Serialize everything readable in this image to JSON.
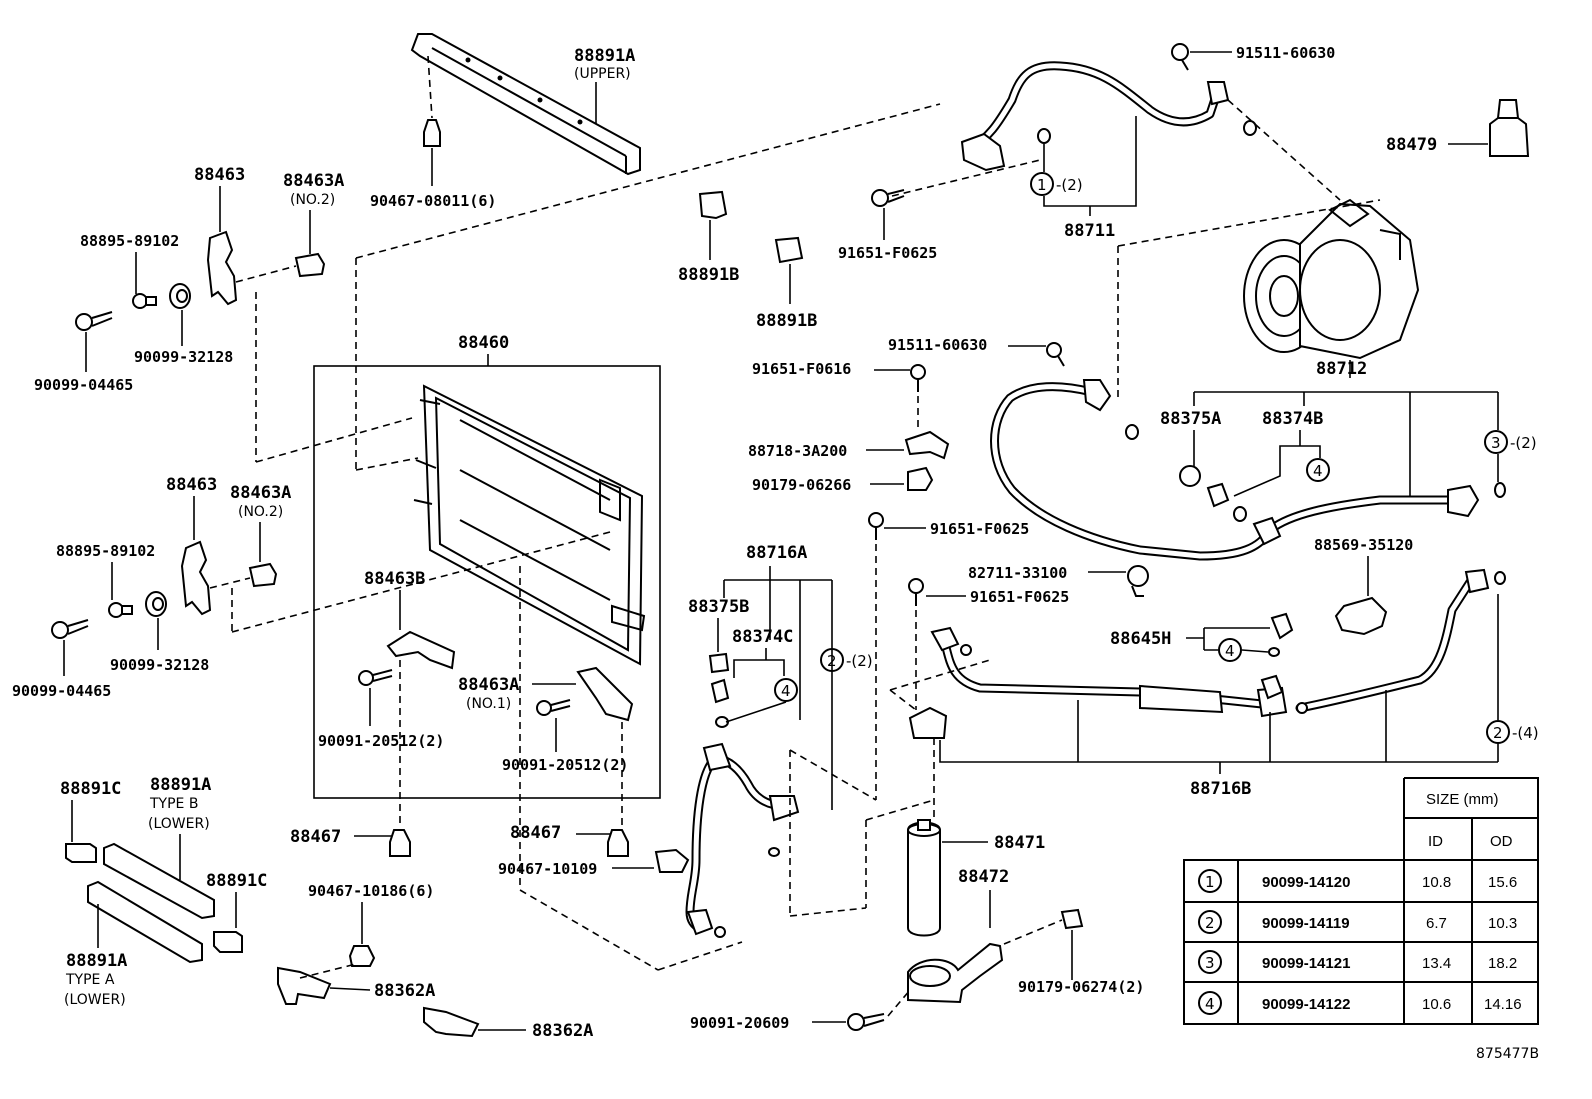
{
  "figure_code": "875477B",
  "labels": {
    "p88891A": "88891A",
    "upper": "(UPPER)",
    "p90467_08011": "90467-08011(6)",
    "p88463_top": "88463",
    "p88463A_top": "88463A",
    "no2_top": "(NO.2)",
    "p88895_top": "88895-89102",
    "p90099_32128_top": "90099-32128",
    "p90099_04465_top": "90099-04465",
    "p88460": "88460",
    "p88463_mid": "88463",
    "p88463A_mid": "88463A",
    "no2_mid": "(NO.2)",
    "p88895_mid": "88895-89102",
    "p90099_32128_mid": "90099-32128",
    "p90099_04465_mid": "90099-04465",
    "p88463B": "88463B",
    "p88463A_low": "88463A",
    "no1": "(NO.1)",
    "p90091_20512_a": "90091-20512(2)",
    "p90091_20512_b": "90091-20512(2)",
    "p88891C_a": "88891C",
    "p88891A_b": "88891A",
    "type_b": "TYPE B",
    "lower_b": "(LOWER)",
    "p88891C_b": "88891C",
    "p88891A_a": "88891A",
    "type_a": "TYPE A",
    "lower_a": "(LOWER)",
    "p88467_a": "88467",
    "p90467_10186": "90467-10186(6)",
    "p88362A_a": "88362A",
    "p88362A_b": "88362A",
    "p88467_b": "88467",
    "p90467_10109": "90467-10109",
    "p88891B_a": "88891B",
    "p88891B_b": "88891B",
    "p91651_F0625_a": "91651-F0625",
    "p88711": "88711",
    "p91511_60630_a": "91511-60630",
    "p88479": "88479",
    "p91511_60630_b": "91511-60630",
    "p91651_F0616": "91651-F0616",
    "p88718_3A200": "88718-3A200",
    "p90179_06266": "90179-06266",
    "p91651_F0625_b": "91651-F0625",
    "p88716A": "88716A",
    "p88375B": "88375B",
    "p88374C": "88374C",
    "p82711_33100": "82711-33100",
    "p91651_F0625_c": "91651-F0625",
    "p88712": "88712",
    "p88375A": "88375A",
    "p88374B": "88374B",
    "p88569_35120": "88569-35120",
    "p88645H": "88645H",
    "p88716B": "88716B",
    "p88471": "88471",
    "p88472": "88472",
    "p90179_06274": "90179-06274(2)",
    "p90091_20609": "90091-20609"
  },
  "callouts": {
    "c1_num": "1",
    "c1_qty": "-(2)",
    "c3_num": "3",
    "c3_qty": "-(2)",
    "c2a_num": "2",
    "c2a_qty": "-(2)",
    "c2b_num": "2",
    "c2b_qty": "-(4)",
    "c4a_num": "4",
    "c4b_num": "4",
    "c4c_num": "4"
  },
  "size_table": {
    "header": "SIZE (mm)",
    "col_id": "ID",
    "col_od": "OD",
    "rows": [
      {
        "ref": "1",
        "part": "90099-14120",
        "id": "10.8",
        "od": "15.6"
      },
      {
        "ref": "2",
        "part": "90099-14119",
        "id": "6.7",
        "od": "10.3"
      },
      {
        "ref": "3",
        "part": "90099-14121",
        "id": "13.4",
        "od": "18.2"
      },
      {
        "ref": "4",
        "part": "90099-14122",
        "id": "10.6",
        "od": "14.16"
      }
    ]
  }
}
